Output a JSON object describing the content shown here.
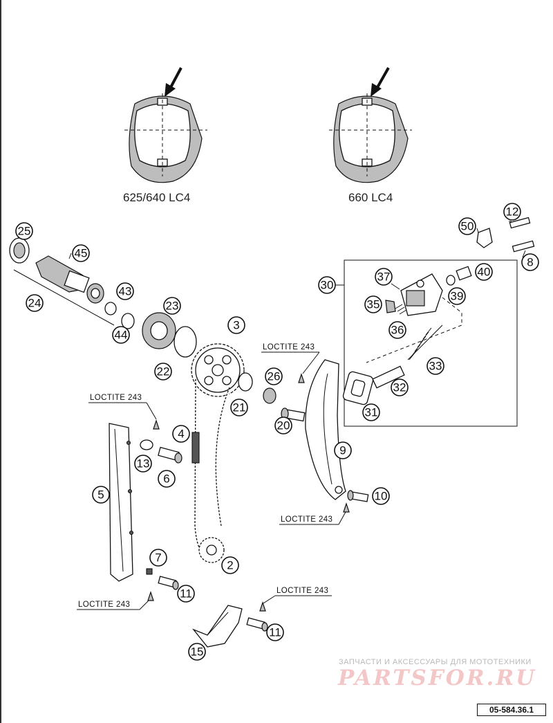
{
  "variants": {
    "left_caption": "625/640 LC4",
    "right_caption": "660 LC4"
  },
  "callouts": [
    "25",
    "45",
    "24",
    "43",
    "44",
    "23",
    "22",
    "3",
    "21",
    "26",
    "20",
    "4",
    "13",
    "6",
    "5",
    "7",
    "11",
    "11",
    "15",
    "2",
    "9",
    "10",
    "30",
    "37",
    "35",
    "36",
    "39",
    "40",
    "50",
    "12",
    "8",
    "33",
    "32",
    "31"
  ],
  "loctite_labels": [
    "LOCTITE 243",
    "LOCTITE 243",
    "LOCTITE 243",
    "LOCTITE 243",
    "LOCTITE 243"
  ],
  "watermark": {
    "tagline": "ЗАПЧАСТИ И АКСЕССУАРЫ ДЛЯ МОТОТЕХНИКИ",
    "logo": "PARTSFOR.RU"
  },
  "diagram_code": "05-584.36.1"
}
